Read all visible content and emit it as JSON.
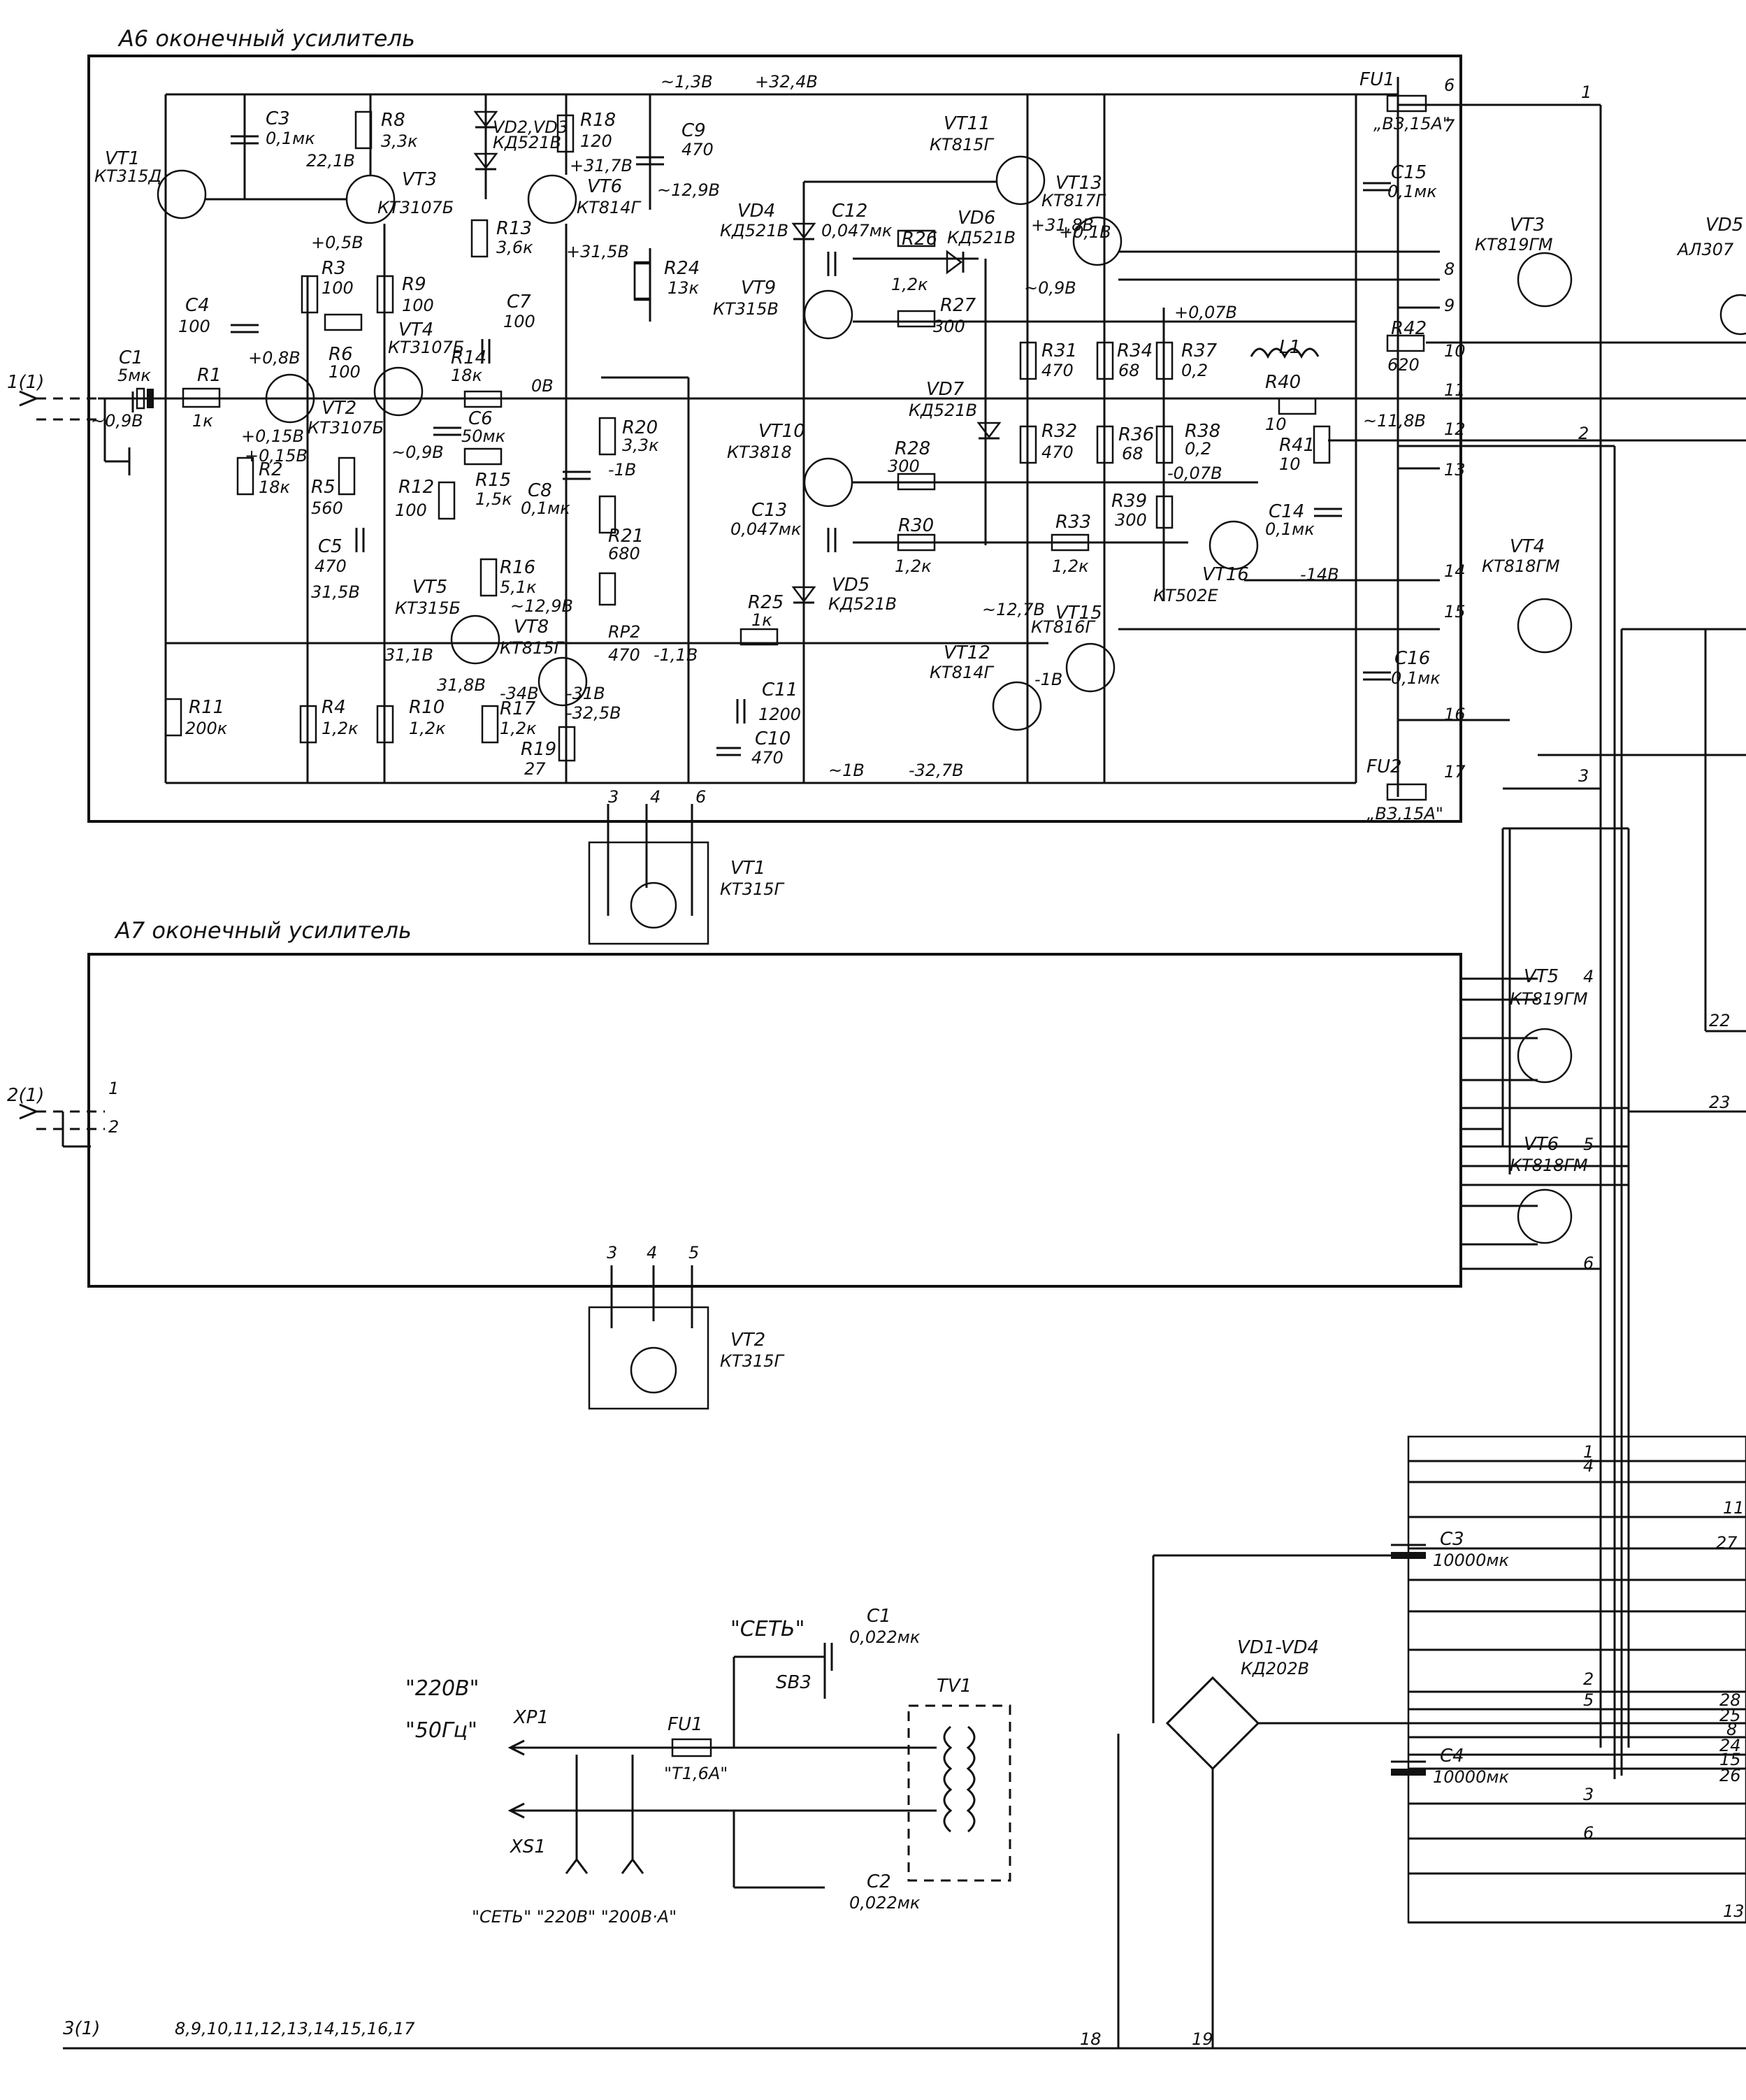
{
  "blocks": {
    "a6": "А6   оконечный усилитель",
    "a7": "А7 оконечный усилитель"
  },
  "a6_components": [
    {
      "ref": "C3",
      "value": "0,1мк"
    },
    {
      "ref": "R8",
      "value": "3,3к"
    },
    {
      "ref": "VD2,VD3",
      "value": "КД521В"
    },
    {
      "ref": "R18",
      "value": "120"
    },
    {
      "ref": "C9",
      "value": "470"
    },
    {
      "ref": "VT11",
      "value": "КТ815Г"
    },
    {
      "ref": "FU1",
      "value": "„ВЗ,15А\""
    },
    {
      "ref": "C15",
      "value": "0,1мк"
    },
    {
      "ref": "VT1",
      "value": "КТ315Д"
    },
    {
      "ref": "VT3",
      "value": "КТ3107Б"
    },
    {
      "ref": "VT6",
      "value": "КТ814Г"
    },
    {
      "ref": "VD4",
      "value": "КД521В"
    },
    {
      "ref": "C12",
      "value": "0,047мк"
    },
    {
      "ref": "R26",
      "value": "1,2к"
    },
    {
      "ref": "VD6",
      "value": "КД521В"
    },
    {
      "ref": "VT13",
      "value": "КТ817Г"
    },
    {
      "ref": "R3",
      "value": "100"
    },
    {
      "ref": "R9",
      "value": "100"
    },
    {
      "ref": "R13",
      "value": "3,6к"
    },
    {
      "ref": "R24",
      "value": "13к"
    },
    {
      "ref": "VT9",
      "value": "КТ315В"
    },
    {
      "ref": "R27",
      "value": "300"
    },
    {
      "ref": "C4",
      "value": "100"
    },
    {
      "ref": "R6",
      "value": "100"
    },
    {
      "ref": "VT4",
      "value": "КТ3107Б"
    },
    {
      "ref": "C7",
      "value": "100"
    },
    {
      "ref": "R14",
      "value": "18к"
    },
    {
      "ref": "L1",
      "value": ""
    },
    {
      "ref": "R42",
      "value": "620"
    },
    {
      "ref": "C1",
      "value": "5мк"
    },
    {
      "ref": "R1",
      "value": "1к"
    },
    {
      "ref": "VT2",
      "value": "КТ3107Б"
    },
    {
      "ref": "C6",
      "value": "50мк"
    },
    {
      "ref": "R20",
      "value": "3,3к"
    },
    {
      "ref": "VD7",
      "value": "КД521В"
    },
    {
      "ref": "R31",
      "value": "470"
    },
    {
      "ref": "R34",
      "value": "68"
    },
    {
      "ref": "R37",
      "value": "0,2"
    },
    {
      "ref": "R40",
      "value": "10"
    },
    {
      "ref": "R41",
      "value": "10"
    },
    {
      "ref": "R2",
      "value": "18к"
    },
    {
      "ref": "R5",
      "value": "560"
    },
    {
      "ref": "R12",
      "value": "100"
    },
    {
      "ref": "R15",
      "value": "1,5к"
    },
    {
      "ref": "C8",
      "value": "0,1мк"
    },
    {
      "ref": "VT10",
      "value": "КТ3818"
    },
    {
      "ref": "R28",
      "value": "300"
    },
    {
      "ref": "R32",
      "value": "470"
    },
    {
      "ref": "R36",
      "value": "68"
    },
    {
      "ref": "R38",
      "value": "0,2"
    },
    {
      "ref": "C5",
      "value": "470"
    },
    {
      "ref": "R21",
      "value": "680"
    },
    {
      "ref": "C13",
      "value": "0,047мк"
    },
    {
      "ref": "R30",
      "value": "1,2к"
    },
    {
      "ref": "R33",
      "value": "1,2к"
    },
    {
      "ref": "R39",
      "value": "300"
    },
    {
      "ref": "C14",
      "value": "0,1мк"
    },
    {
      "ref": "VT5",
      "value": "КТ315Б"
    },
    {
      "ref": "R16",
      "value": "5,1к"
    },
    {
      "ref": "VD5",
      "value": "КД521В"
    },
    {
      "ref": "VT16",
      "value": "КТ502Е"
    },
    {
      "ref": "R25",
      "value": "1к"
    },
    {
      "ref": "VT8",
      "value": "КТ815Г"
    },
    {
      "ref": "RP2",
      "value": "470"
    },
    {
      "ref": "VT15",
      "value": "КТ816Г"
    },
    {
      "ref": "VT12",
      "value": "КТ814Г"
    },
    {
      "ref": "C16",
      "value": "0,1мк"
    },
    {
      "ref": "R11",
      "value": "200к"
    },
    {
      "ref": "R4",
      "value": "1,2к"
    },
    {
      "ref": "R10",
      "value": "1,2к"
    },
    {
      "ref": "R17",
      "value": "1,2к"
    },
    {
      "ref": "R19",
      "value": "27"
    },
    {
      "ref": "C11",
      "value": "1200"
    },
    {
      "ref": "C10",
      "value": "470"
    },
    {
      "ref": "FU2",
      "value": "„ВЗ,15А\""
    }
  ],
  "a6_voltages": [
    "~1,3В",
    "+32,4В",
    "22,1В",
    "+31,7В",
    "+31,8В",
    "+31,5В",
    "~12,9В",
    "+0,5В",
    "+0,8В",
    "+0,15В",
    "0В",
    "~0,9В",
    "~0,9В",
    "-1В",
    "+0,07В",
    "-0,07В",
    "~11,8В",
    "-14В",
    "~12,7В",
    "-1В",
    "-1,1В",
    "31,5В",
    "31,1В",
    "31,8В",
    "-34В",
    "-31В",
    "-32,5В",
    "~12,9В",
    "~1В",
    "-32,7В",
    "~0,9В",
    "+0,1В",
    "+0,15В"
  ],
  "a6_pins": [
    "6",
    "7",
    "8",
    "9",
    "10",
    "11",
    "12",
    "13",
    "14",
    "15",
    "16",
    "17",
    "3",
    "4",
    "6"
  ],
  "external": {
    "vt3_ref": "VT3",
    "vt3_value": "КТ819ГМ",
    "vt4_ref": "VT4",
    "vt4_value": "КТ818ГМ",
    "vd5_ref": "VD5",
    "vd5_value": "АЛ307",
    "vt5_ref": "VT5",
    "vt5_value": "КТ819ГМ",
    "vt6_ref": "VT6",
    "vt6_value": "КТ818ГМ",
    "vt1_ref": "VT1",
    "vt1_value": "КТ315Г",
    "vt2_ref": "VT2",
    "vt2_value": "КТ315Г",
    "wire_numbers": [
      "1",
      "2",
      "3",
      "22",
      "23",
      "4",
      "5",
      "6",
      "11",
      "27",
      "28",
      "25",
      "8",
      "24",
      "15",
      "26",
      "13",
      "18",
      "19"
    ]
  },
  "input_connectors": [
    "1(1)",
    "2(1)",
    "3(1)"
  ],
  "bus_label": "8,9,10,11,12,13,14,15,16,17",
  "power": {
    "xp1": "XP1",
    "mains1": "\"220В\"",
    "mains2": "\"50Гц\"",
    "fu1_ref": "FU1",
    "fu1_value": "\"Т1,6А\"",
    "sb3": "SB3",
    "c1_ref": "C1",
    "c1_value": "0,022мк",
    "c2_ref": "C2",
    "c2_value": "0,022мк",
    "seti": "\"СЕТЬ\"",
    "tv1": "TV1",
    "bridge_ref": "VD1-VD4",
    "bridge_value": "КД202В",
    "c3_ref": "C3",
    "c3_value": "10000мк",
    "c4_ref": "C4",
    "c4_value": "10000мк",
    "xs1": "XS1",
    "xs1_labels": "\"СЕТЬ\" \"220В\" \"200В·А\""
  }
}
